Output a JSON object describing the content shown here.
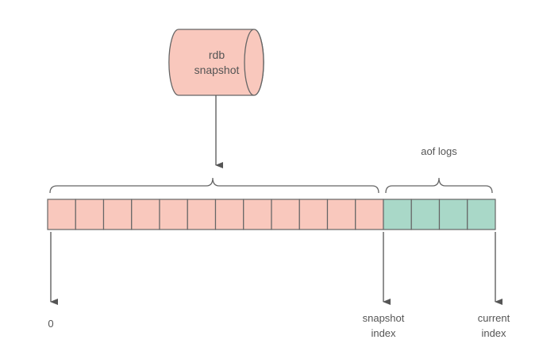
{
  "rdb": {
    "line1": "rdb",
    "line2": "snapshot"
  },
  "aof_label": "aof logs",
  "log": {
    "snapshot_entries": 12,
    "aof_entries": 4
  },
  "markers": {
    "start": "0",
    "snapshot_index": {
      "line1": "snapshot",
      "line2": "index"
    },
    "current_index": {
      "line1": "current",
      "line2": "index"
    }
  },
  "colors": {
    "snapshot": "#f9c8bd",
    "aof": "#a9d8c8",
    "stroke": "#555555"
  }
}
